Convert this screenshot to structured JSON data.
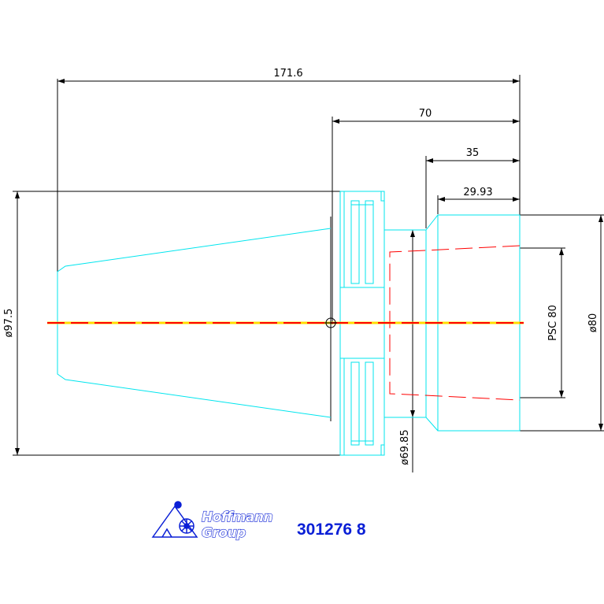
{
  "dimensions": {
    "overall_length": "171.6",
    "flange_length": "70",
    "shank_length": "35",
    "coupling_length": "29.93",
    "flange_diameter": "ø97.5",
    "neck_diameter": "ø69.85",
    "coupling_diameter": "ø80",
    "coupling_size": "PSC 80"
  },
  "logo": {
    "line1": "Hoffmann",
    "line2": "Group",
    "icon": "hoffmann-logo-icon"
  },
  "part_number": "301276 8",
  "colors": {
    "outline": "#00e5ee",
    "hidden": "#ff0000",
    "centerline": "#ffdd00",
    "dimension": "#000000",
    "brand": "#0a1fd6"
  }
}
